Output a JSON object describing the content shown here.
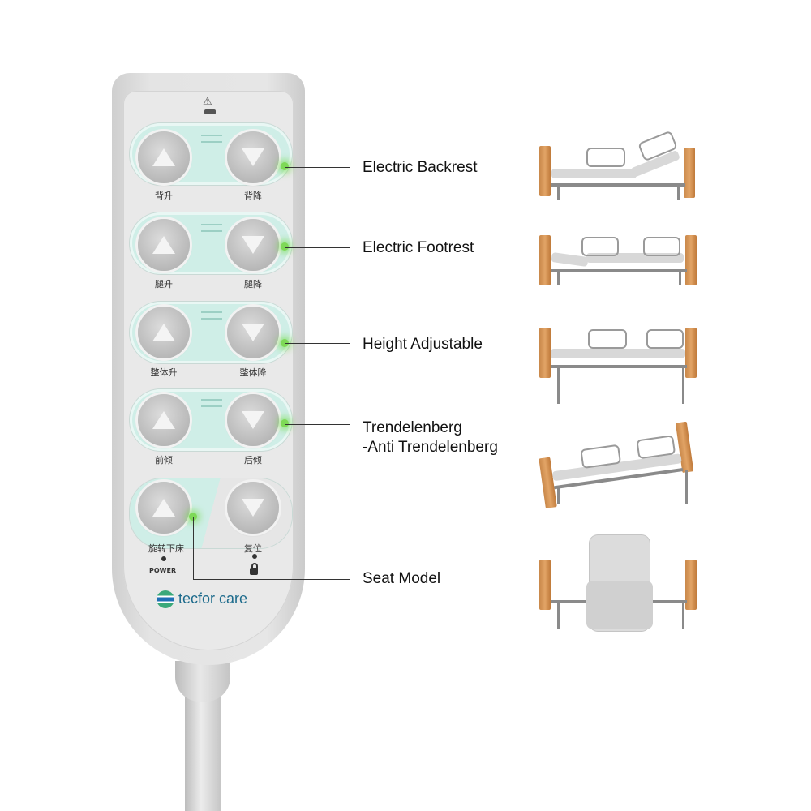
{
  "pendant": {
    "buttons": [
      {
        "up_label": "背升",
        "down_label": "背降"
      },
      {
        "up_label": "腿升",
        "down_label": "腿降"
      },
      {
        "up_label": "整体升",
        "down_label": "整体降"
      },
      {
        "up_label": "前倾",
        "down_label": "后倾"
      },
      {
        "up_label": "旋转下床",
        "down_label": "复位"
      }
    ],
    "power_label": "POWER",
    "brand": "tecfor care"
  },
  "callouts": [
    "Electric Backrest",
    "Electric Footrest",
    "Height Adjustable",
    "Trendelenberg",
    "-Anti Trendelenberg",
    "Seat Model"
  ],
  "colors": {
    "accent": "#cfeee7",
    "led": "#7ed957",
    "wood": "#d99a5a"
  }
}
